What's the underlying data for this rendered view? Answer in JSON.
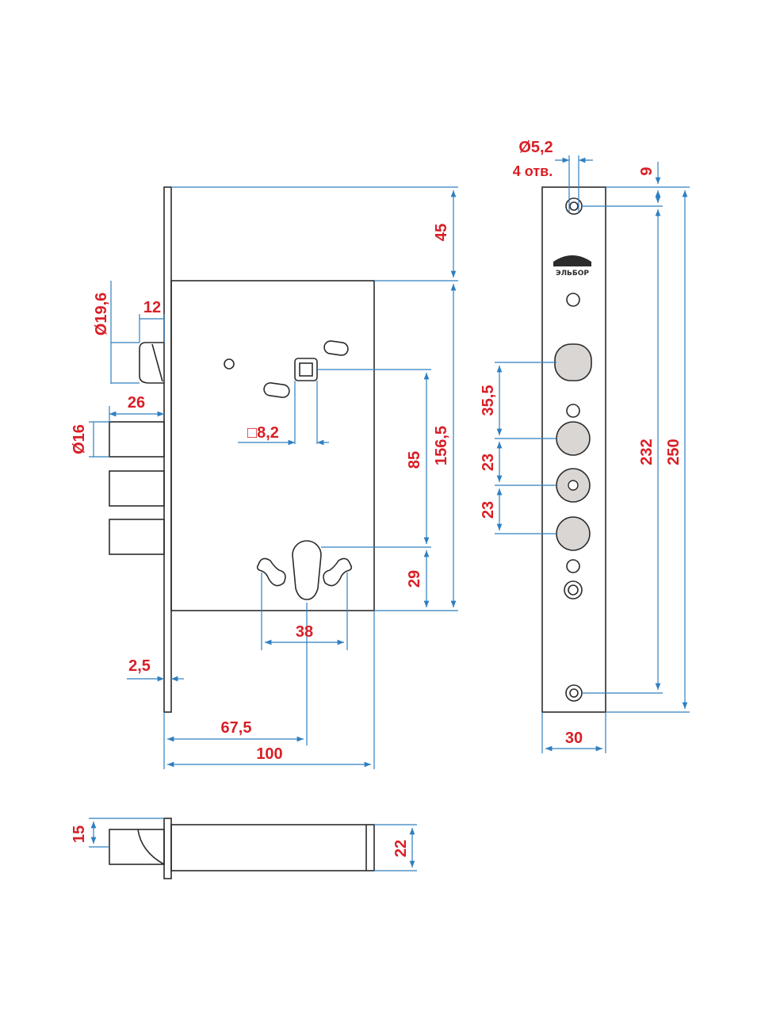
{
  "colors": {
    "outline": "#2b2b2b",
    "dimension_line": "#2f7fc1",
    "dimension_text": "#d81f26",
    "hole_fill": "#d9d6d3"
  },
  "brand_logo": "ЭЛЬБОР",
  "dimensions": {
    "top_offset": "45",
    "deadbolt_diameter": "Ø19,6",
    "latch_projection": "12",
    "bolt_projection": "26",
    "bolt_diameter": "Ø16",
    "spindle_square": "□8,2",
    "spindle_to_cylinder": "85",
    "case_height": "156,5",
    "cylinder_to_bottom": "29",
    "screw_spacing": "38",
    "faceplate_thickness": "2,5",
    "backset": "67,5",
    "case_width": "100",
    "screw_hole_diameter": "Ø5,2",
    "screw_hole_count": "4 отв.",
    "plate_end_offset": "9",
    "bolt_spacing_1": "35,5",
    "bolt_spacing_2": "23",
    "bolt_spacing_3": "23",
    "hole_spacing": "232",
    "plate_length": "250",
    "plate_width": "30",
    "bolt_height": "15",
    "case_thickness": "22"
  }
}
